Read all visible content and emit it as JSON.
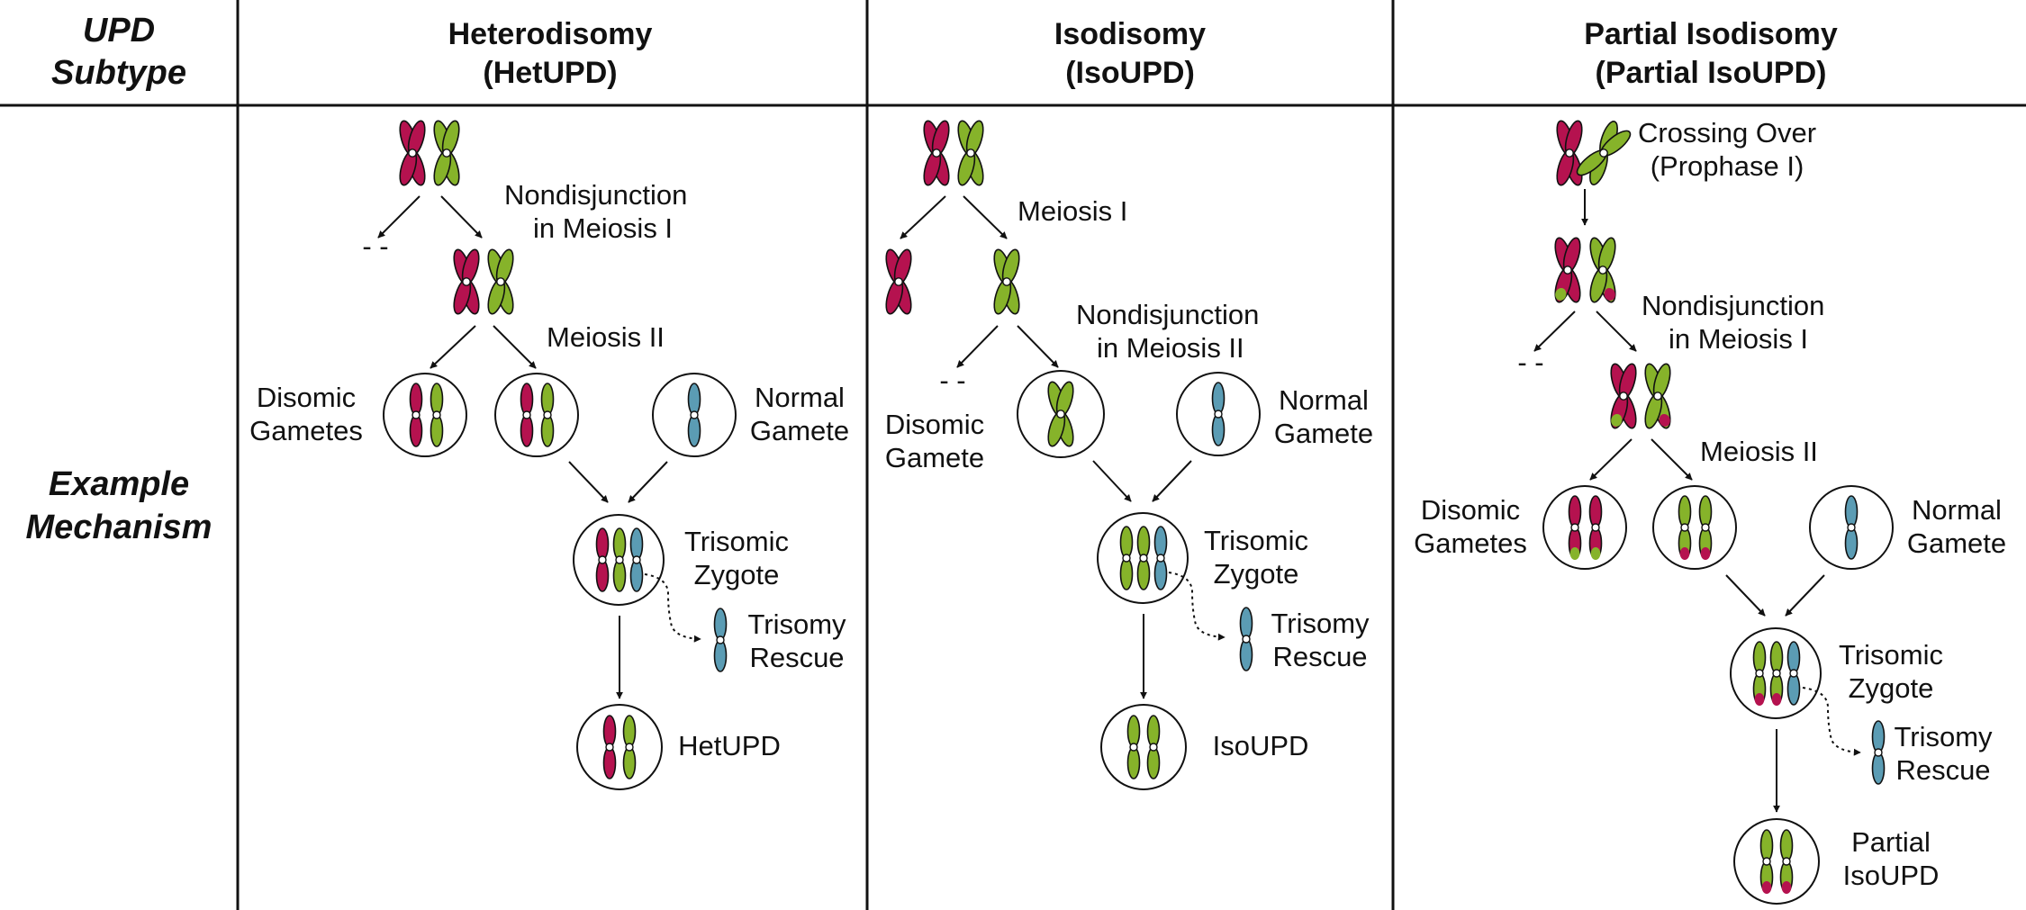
{
  "colors": {
    "maternal": "#b5124f",
    "paternal": "#86b32a",
    "normal": "#5b9cb4",
    "line": "#111111"
  },
  "header": {
    "subtype_line1": "UPD",
    "subtype_line2": "Subtype",
    "mechanism_line1": "Example",
    "mechanism_line2": "Mechanism",
    "col1_line1": "Heterodisomy",
    "col1_line2": "(HetUPD)",
    "col2_line1": "Isodisomy",
    "col2_line2": "(IsoUPD)",
    "col3_line1": "Partial Isodisomy",
    "col3_line2": "(Partial IsoUPD)"
  },
  "het": {
    "step1_line1": "Nondisjunction",
    "step1_line2": "in Meiosis I",
    "step2": "Meiosis II",
    "gametes_line1": "Disomic",
    "gametes_line2": "Gametes",
    "normal_line1": "Normal",
    "normal_line2": "Gamete",
    "zygote_line1": "Trisomic",
    "zygote_line2": "Zygote",
    "rescue_line1": "Trisomy",
    "rescue_line2": "Rescue",
    "result": "HetUPD",
    "empty": "- -"
  },
  "iso": {
    "step1": "Meiosis I",
    "step2_line1": "Nondisjunction",
    "step2_line2": "in Meiosis II",
    "gamete_line1": "Disomic",
    "gamete_line2": "Gamete",
    "normal_line1": "Normal",
    "normal_line2": "Gamete",
    "zygote_line1": "Trisomic",
    "zygote_line2": "Zygote",
    "rescue_line1": "Trisomy",
    "rescue_line2": "Rescue",
    "result": "IsoUPD",
    "empty": "- -"
  },
  "partial": {
    "step0_line1": "Crossing Over",
    "step0_line2": "(Prophase I)",
    "step1_line1": "Nondisjunction",
    "step1_line2": "in Meiosis I",
    "step2": "Meiosis II",
    "gametes_line1": "Disomic",
    "gametes_line2": "Gametes",
    "normal_line1": "Normal",
    "normal_line2": "Gamete",
    "zygote_line1": "Trisomic",
    "zygote_line2": "Zygote",
    "rescue_line1": "Trisomy",
    "rescue_line2": "Rescue",
    "result_line1": "Partial",
    "result_line2": "IsoUPD",
    "empty": "- -"
  }
}
